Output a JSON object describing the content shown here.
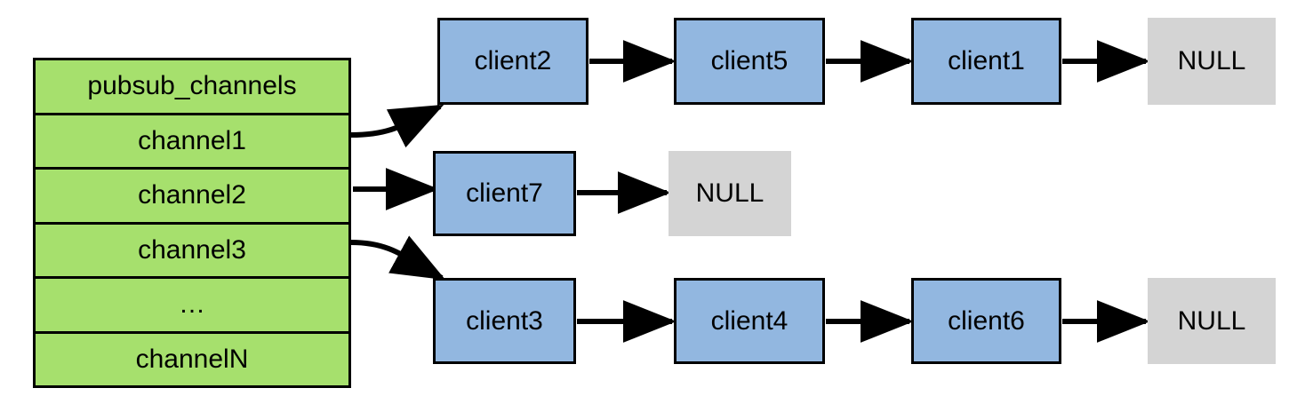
{
  "diagram": {
    "title": "pubsub_channels",
    "colors": {
      "channel_fill": "#a6e06d",
      "client_fill": "#92b7e0",
      "null_fill": "#d4d4d4",
      "stroke": "#000000",
      "background": "#ffffff"
    },
    "table": {
      "header": "pubsub_channels",
      "rows": [
        {
          "label": "channel1"
        },
        {
          "label": "channel2"
        },
        {
          "label": "channel3"
        },
        {
          "label": "…"
        },
        {
          "label": "channelN"
        }
      ]
    },
    "chains": [
      {
        "source": "channel1",
        "nodes": [
          {
            "label": "client2",
            "kind": "client"
          },
          {
            "label": "client5",
            "kind": "client"
          },
          {
            "label": "client1",
            "kind": "client"
          },
          {
            "label": "NULL",
            "kind": "null"
          }
        ]
      },
      {
        "source": "channel2",
        "nodes": [
          {
            "label": "client7",
            "kind": "client"
          },
          {
            "label": "NULL",
            "kind": "null"
          }
        ]
      },
      {
        "source": "channel3",
        "nodes": [
          {
            "label": "client3",
            "kind": "client"
          },
          {
            "label": "client4",
            "kind": "client"
          },
          {
            "label": "client6",
            "kind": "client"
          },
          {
            "label": "NULL",
            "kind": "null"
          }
        ]
      }
    ]
  }
}
